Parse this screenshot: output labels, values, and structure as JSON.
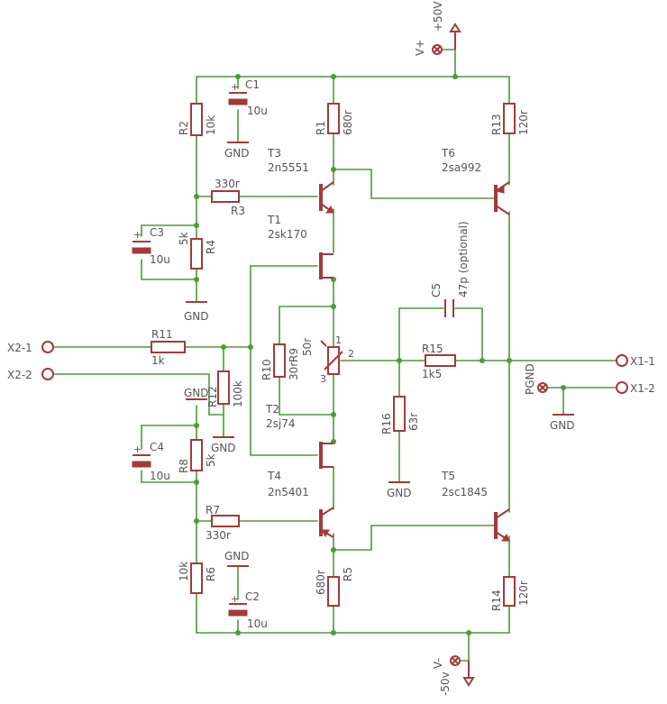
{
  "supply": {
    "vplus_name": "V+",
    "vplus_value": "+50V",
    "vminus_name": "V-",
    "vminus_value": "-50v"
  },
  "ground": "GND",
  "pgnd": "PGND",
  "connectors": {
    "x2_1": "X2-1",
    "x2_2": "X2-2",
    "x1_1": "X1-1",
    "x1_2": "X1-2"
  },
  "resistors": {
    "r1": {
      "name": "R1",
      "value": "680r"
    },
    "r2": {
      "name": "R2",
      "value": "10k"
    },
    "r3": {
      "name": "R3",
      "value": "330r"
    },
    "r4": {
      "name": "R4",
      "value": "5k"
    },
    "r5": {
      "name": "R5",
      "value": "680r"
    },
    "r6": {
      "name": "R6",
      "value": "10k"
    },
    "r7": {
      "name": "R7",
      "value": "330r"
    },
    "r8": {
      "name": "R8",
      "value": "5k"
    },
    "r9": {
      "name": "R9",
      "value": "50r",
      "pin1": "1",
      "pin2": "2",
      "pin3": "3"
    },
    "r10": {
      "name": "R10",
      "value": "30r"
    },
    "r11": {
      "name": "R11",
      "value": "1k"
    },
    "r12": {
      "name": "R12",
      "value": "100k"
    },
    "r13": {
      "name": "R13",
      "value": "120r"
    },
    "r14": {
      "name": "R14",
      "value": "120r"
    },
    "r15": {
      "name": "R15",
      "value": "1k5"
    },
    "r16": {
      "name": "R16",
      "value": "63r"
    }
  },
  "capacitors": {
    "c1": {
      "name": "C1",
      "value": "10u"
    },
    "c2": {
      "name": "C2",
      "value": "10u"
    },
    "c3": {
      "name": "C3",
      "value": "10u"
    },
    "c4": {
      "name": "C4",
      "value": "10u"
    },
    "c5": {
      "name": "C5",
      "value": "47p (optional)"
    }
  },
  "transistors": {
    "t1": {
      "name": "T1",
      "part": "2sk170"
    },
    "t2": {
      "name": "T2",
      "part": "2sj74"
    },
    "t3": {
      "name": "T3",
      "part": "2n5551"
    },
    "t4": {
      "name": "T4",
      "part": "2n5401"
    },
    "t5": {
      "name": "T5",
      "part": "2sc1845"
    },
    "t6": {
      "name": "T6",
      "part": "2sa992"
    }
  },
  "colors": {
    "wire": "#4c9a3a",
    "part": "#a33a3a",
    "text": "#555555"
  }
}
